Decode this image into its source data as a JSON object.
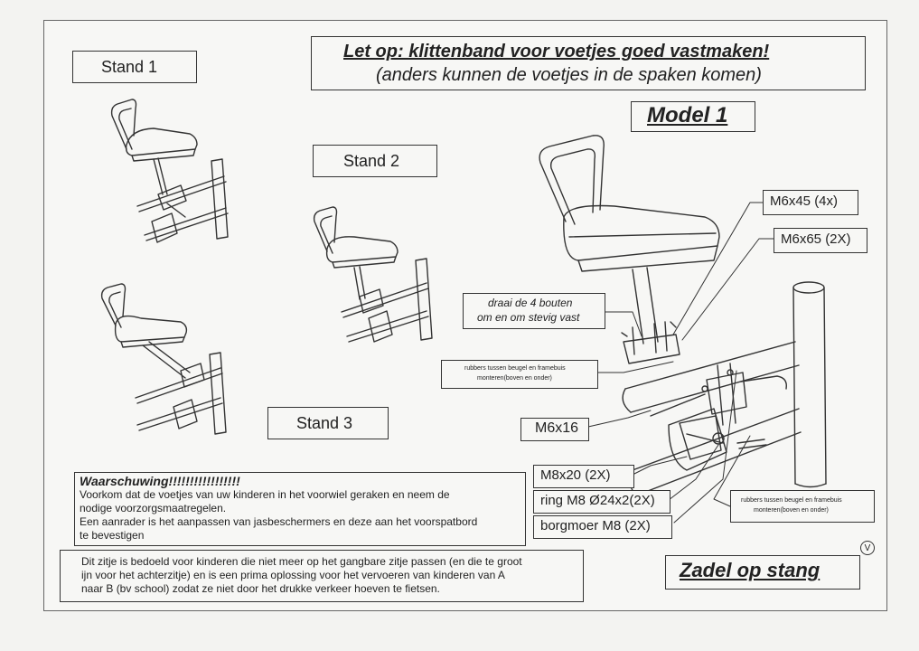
{
  "header": {
    "warning_title": "Let op: klittenband voor voetjes goed vastmaken!",
    "warning_subtitle": "(anders kunnen de voetjes in de spaken komen)",
    "model": "Model 1"
  },
  "positions": {
    "stand1": "Stand 1",
    "stand2": "Stand 2",
    "stand3": "Stand 3"
  },
  "callouts": {
    "m6x45": "M6x45 (4x)",
    "m6x65": "M6x65 (2X)",
    "draai_line1": "draai de 4 bouten",
    "draai_line2": "om en om stevig vast",
    "rubbers1_line1": "rubbers tussen beugel en framebuis",
    "rubbers1_line2": "monteren(boven en onder)",
    "m6x16": "M6x16",
    "m8x20": "M8x20 (2X)",
    "ring": "ring M8 Ø24x2(2X)",
    "borgmoer": "borgmoer M8 (2X)",
    "rubbers2_line1": "rubbers tussen beugel en framebuis",
    "rubbers2_line2": "monteren(boven en onder)"
  },
  "waarschuwing": {
    "title": "Waarschuwing!!!!!!!!!!!!!!!!!",
    "line1": "Voorkom dat de voetjes van uw kinderen in het voorwiel geraken en neem de",
    "line2": "nodige voorzorgsmaatregelen.",
    "line3": "Een aanrader is het aanpassen van jasbeschermers en deze aan het voorspatbord",
    "line4": "te bevestigen"
  },
  "info": {
    "line1": "Dit zitje is bedoeld voor kinderen die niet meer op het gangbare zitje passen (en die te groot",
    "line2": "ijn voor het achterzitje) en is een prima oplossing voor het vervoeren van kinderen van A",
    "line3": "naar B (bv school) zodat ze niet door het drukke verkeer hoeven te fietsen."
  },
  "footer": {
    "page_mark": "V",
    "title": "Zadel op stang"
  }
}
